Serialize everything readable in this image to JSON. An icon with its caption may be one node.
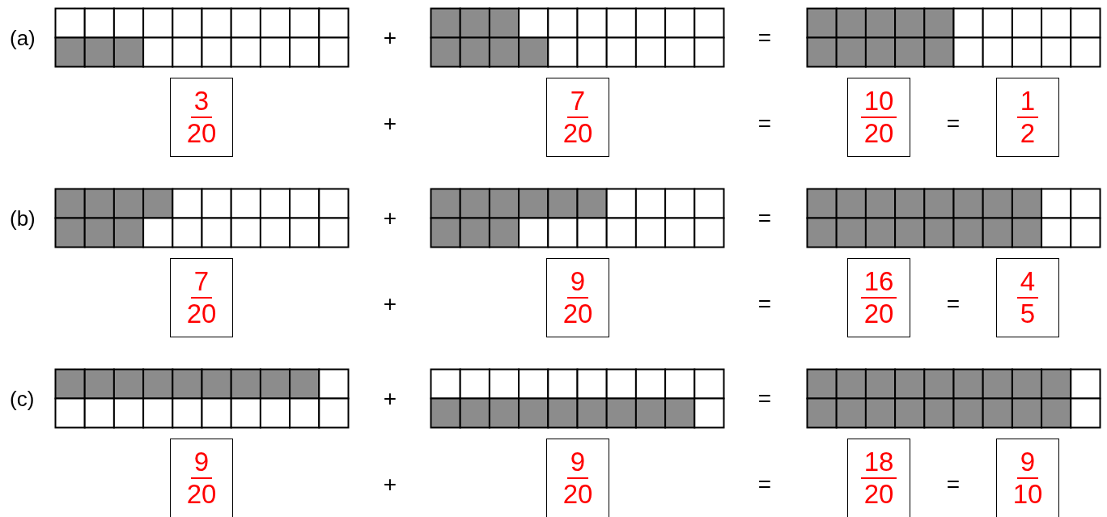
{
  "diagram": {
    "nodes": [
      {
        "text": [
          "3",
          "20"
        ]
      },
      {
        "text": [
          "7",
          "20"
        ]
      },
      {
        "text": [
          "10",
          "20"
        ]
      },
      {
        "text": [
          "1",
          "2"
        ]
      },
      {
        "text": [
          "7",
          "20"
        ]
      },
      {
        "text": [
          "9",
          "20"
        ]
      },
      {
        "text": [
          "16",
          "20"
        ]
      },
      {
        "text": [
          "4",
          "5"
        ]
      },
      {
        "text": [
          "9",
          "20"
        ]
      },
      {
        "text": [
          "9",
          "20"
        ]
      },
      {
        "text": [
          "18",
          "20"
        ]
      },
      {
        "text": [
          "9",
          "10"
        ]
      }
    ],
    "edges": [],
    "labels": [
      "(a)",
      "+",
      "=",
      "+",
      "=",
      "=",
      "(b)",
      "+",
      "=",
      "+",
      "=",
      "=",
      "(c)",
      "+",
      "=",
      "+",
      "=",
      "="
    ]
  }
}
